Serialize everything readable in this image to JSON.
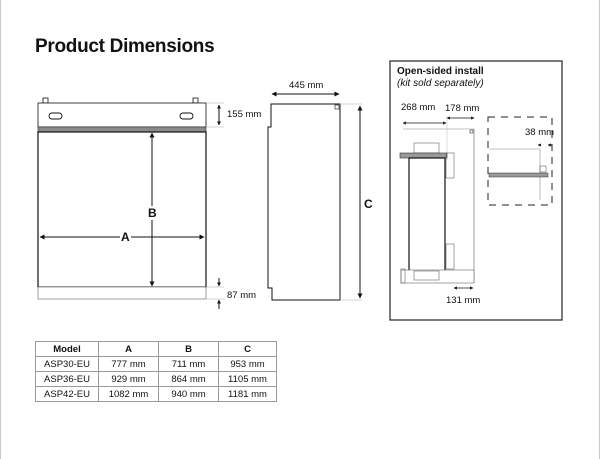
{
  "page": {
    "title": "Product Dimensions"
  },
  "front_view": {
    "top_height_label": "155 mm",
    "bottom_height_label": "87 mm",
    "width_label": "A",
    "height_label": "B"
  },
  "side_view": {
    "depth_label": "445 mm",
    "height_label": "C"
  },
  "open_sided_panel": {
    "title": "Open-sided install",
    "subtitle": "(kit sold separately)",
    "dim_left_label": "268 mm",
    "dim_right_label": "178 mm",
    "dim_offset_label": "38 mm",
    "dim_bottom_label": "131 mm"
  },
  "table": {
    "headers": [
      "Model",
      "A",
      "B",
      "C"
    ],
    "rows": [
      [
        "ASP30-EU",
        "777 mm",
        "711 mm",
        "953 mm"
      ],
      [
        "ASP36-EU",
        "929 mm",
        "864 mm",
        "1105 mm"
      ],
      [
        "ASP42-EU",
        "1082 mm",
        "940 mm",
        "1181 mm"
      ]
    ]
  }
}
